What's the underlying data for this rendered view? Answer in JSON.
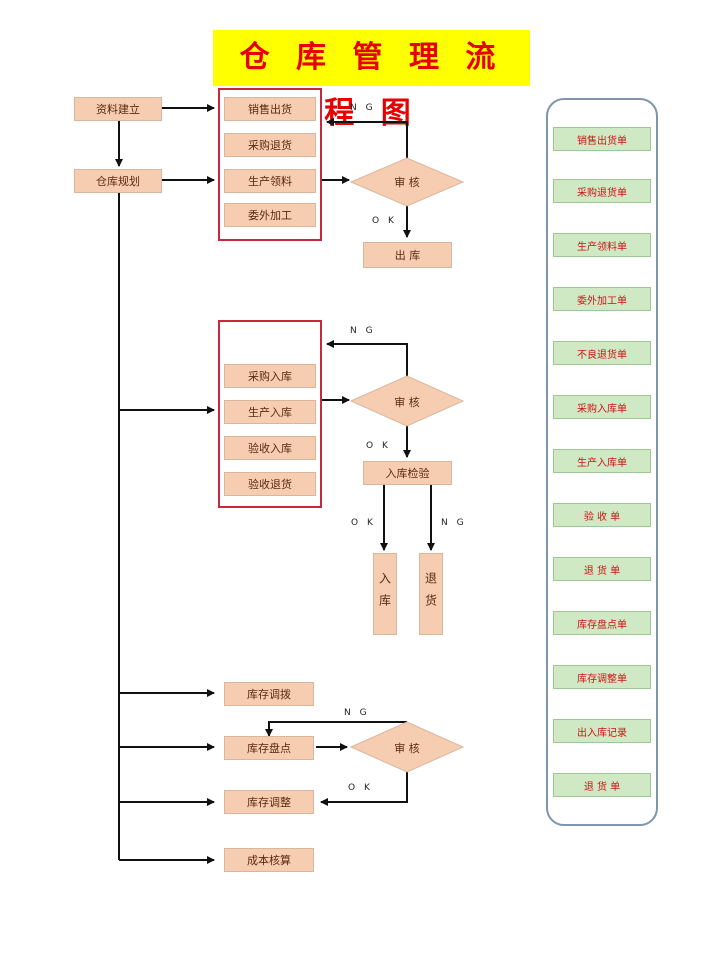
{
  "title": "仓 库 管 理 流 程 图",
  "left_nodes": {
    "material_setup": "资料建立",
    "warehouse_plan": "仓库规划"
  },
  "group1": {
    "items": [
      "销售出货",
      "采购退货",
      "生产领料",
      "委外加工"
    ],
    "audit": "审 核",
    "ng": "N G",
    "ok": "O K",
    "result": "出 库"
  },
  "group2": {
    "items": [
      "采购入库",
      "生产入库",
      "验收入库",
      "验收退货"
    ],
    "audit": "审 核",
    "ng": "N G",
    "ok": "O K",
    "inspect": "入库检验",
    "ok2": "O K",
    "ng2": "N G",
    "in_stock": "入库",
    "return_goods": "退货"
  },
  "group3": {
    "transfer": "库存调拨",
    "count": "库存盘点",
    "adjust": "库存调整",
    "audit": "审 核",
    "ng": "N G",
    "ok": "O K",
    "cost": "成本核算"
  },
  "documents": [
    "销售出货单",
    "采购退货单",
    "生产领料单",
    "委外加工单",
    "不良退货单",
    "采购入库单",
    "生产入库单",
    "验 收 单",
    "退 货 单",
    "库存盘点单",
    "库存调整单",
    "出入库记录",
    "退 货 单"
  ],
  "colors": {
    "title_bg": "#ffff00",
    "title_text": "#e60000",
    "node_fill": "#f6cdb0",
    "group_border": "#c8283c",
    "doc_fill": "#cfe9c5",
    "doc_text": "#cc1414"
  }
}
